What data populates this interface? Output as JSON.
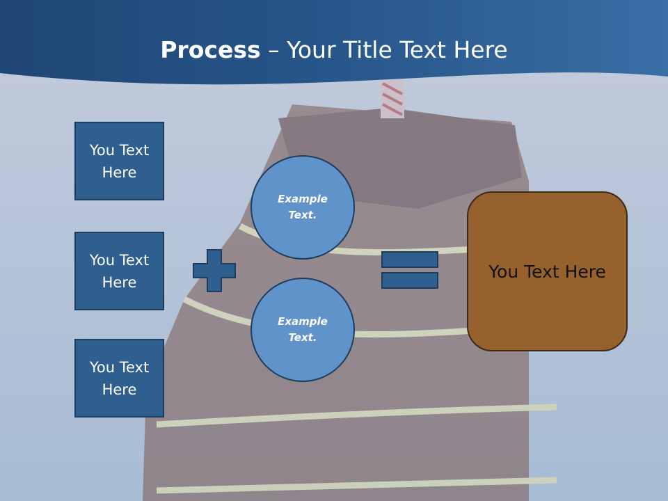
{
  "slide": {
    "title_bold": "Process",
    "title_rest": " – Your Title Text Here"
  },
  "inputs": [
    {
      "label": "You Text Here"
    },
    {
      "label": "You Text Here"
    },
    {
      "label": "You Text Here"
    }
  ],
  "circles": [
    {
      "label": "Example Text."
    },
    {
      "label": "Example Text."
    }
  ],
  "result": {
    "label": "You Text Here"
  },
  "colors": {
    "header": "#2d5f95",
    "box": "#2f5f8e",
    "circle": "#5f93c9",
    "result": "#96612d",
    "operator": "#2f5f8e"
  }
}
